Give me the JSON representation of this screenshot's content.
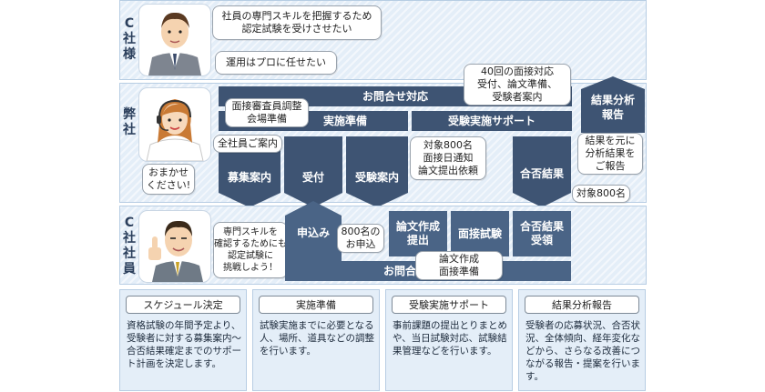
{
  "parties": {
    "client": [
      "C",
      "社",
      "様"
    ],
    "us": [
      "弊",
      "社"
    ],
    "employee": [
      "C",
      "社",
      "社",
      "員"
    ]
  },
  "bubbles": {
    "client_need": "社員の専門スキルを把握するため\n認定試験を受けさせたい",
    "client_leave": "運用はプロに任せたい",
    "us_leave": "おまかせ\nください!",
    "all_staff_notice": "全社員ご案内",
    "examiner_arrange": "面接審査員調整\n会場準備",
    "interview_support": "40回の面接対応\n受付、論文準備、\n受験者案内",
    "target_800_notify": "対象800名\n面接日通知\n論文提出依頼",
    "result_report": "結果を元に\n分析結果を\nご報告",
    "target_800": "対象800名",
    "employee_talk": "専門スキルを\n確認するためにも\n認定試験に\n挑戦しよう！",
    "applications_800": "800名の\nお申込",
    "essay_prep": "論文作成\n面接準備"
  },
  "blocks": {
    "inquiry_support": "お問合せ対応",
    "preparation": "実施準備",
    "exam_support": "受験実施サポート",
    "analysis_report": "結果分析\n報告",
    "recruit_notice": "募集案内",
    "reception": "受付",
    "exam_notice": "受験案内",
    "pass_result": "合否結果",
    "apply": "申込み",
    "essay_submit": "論文作成\n提出",
    "interview_exam": "面接試験",
    "result_receive": "合否結果\n受領",
    "inquiry": "お問合せ"
  },
  "cards": [
    {
      "title": "スケジュール決定",
      "text": "資格試験の年間予定より、受験者に対する募集案内〜合否結果確定までのサポート計画を決定します。"
    },
    {
      "title": "実施準備",
      "text": "試験実施までに必要となる人、場所、道具などの調整を行います。"
    },
    {
      "title": "受験実施サポート",
      "text": "事前課題の提出とりまとめや、当日試験対応、試験結果管理などを行います。"
    },
    {
      "title": "結果分析報告",
      "text": "受験者の応募状況、合否状況、全体傾向、経年変化などから、さらなる改善につながる報告・提案を行います。"
    }
  ],
  "colors": {
    "band_bg": "#e4eef8",
    "block_navy": "#3e5473",
    "border": "#b7cde3"
  }
}
